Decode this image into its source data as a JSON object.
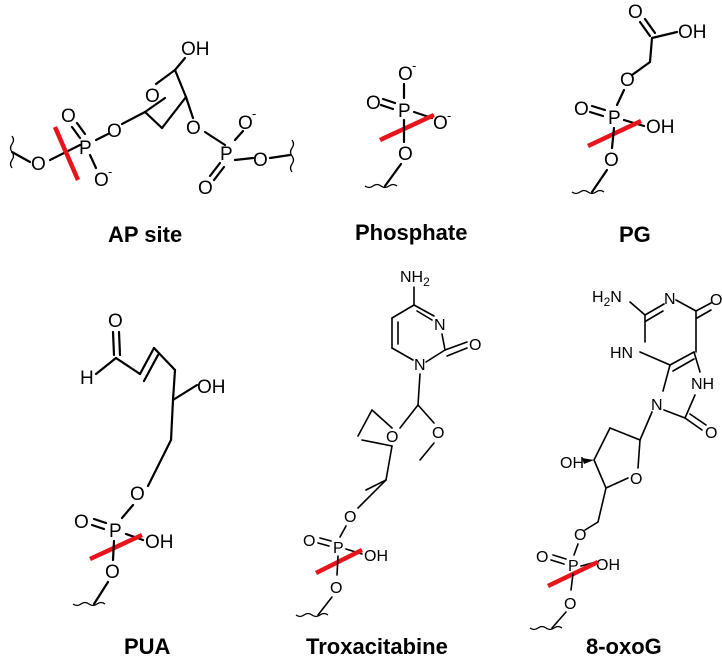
{
  "labels": {
    "ap_site": "AP site",
    "phosphate": "Phosphate",
    "pg": "PG",
    "pua": "PUA",
    "troxacitabine": "Troxacitabine",
    "oxog": "8-oxoG"
  },
  "atoms": {
    "O": "O",
    "P": "P",
    "OH": "OH",
    "H": "H",
    "N": "N",
    "NH": "NH",
    "HN": "HN",
    "NH2_base": "NH",
    "H2N_base": "H",
    "two": "2",
    "minus": "-"
  },
  "colors": {
    "cut_mark": "#e8141c",
    "ink": "#000000"
  }
}
